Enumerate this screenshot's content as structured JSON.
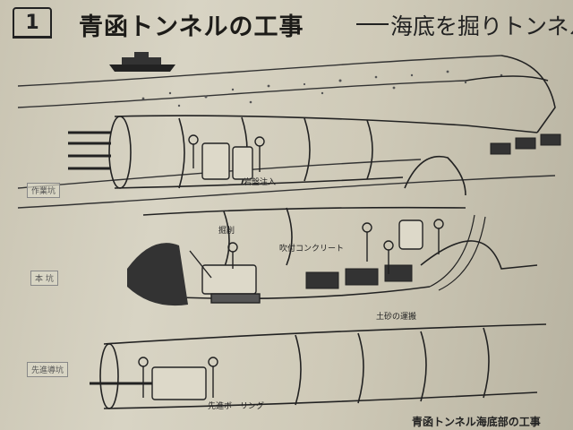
{
  "title": {
    "number": "1",
    "main": "青函トンネルの工事",
    "sub": "海底を掘りトンネル"
  },
  "side_labels": {
    "work_pit": "作業坑",
    "main_tunnel": "本 坑",
    "pilot_tunnel": "先進導坑"
  },
  "annotations": {
    "rock_injection": "岩盤注入",
    "excavation": "掘削",
    "shotcrete": "吹付コンクリート",
    "muck_transport": "土砂の運搬",
    "pilot_boring": "先進ボーリング"
  },
  "caption": "青函トンネル海底部の工事"
}
